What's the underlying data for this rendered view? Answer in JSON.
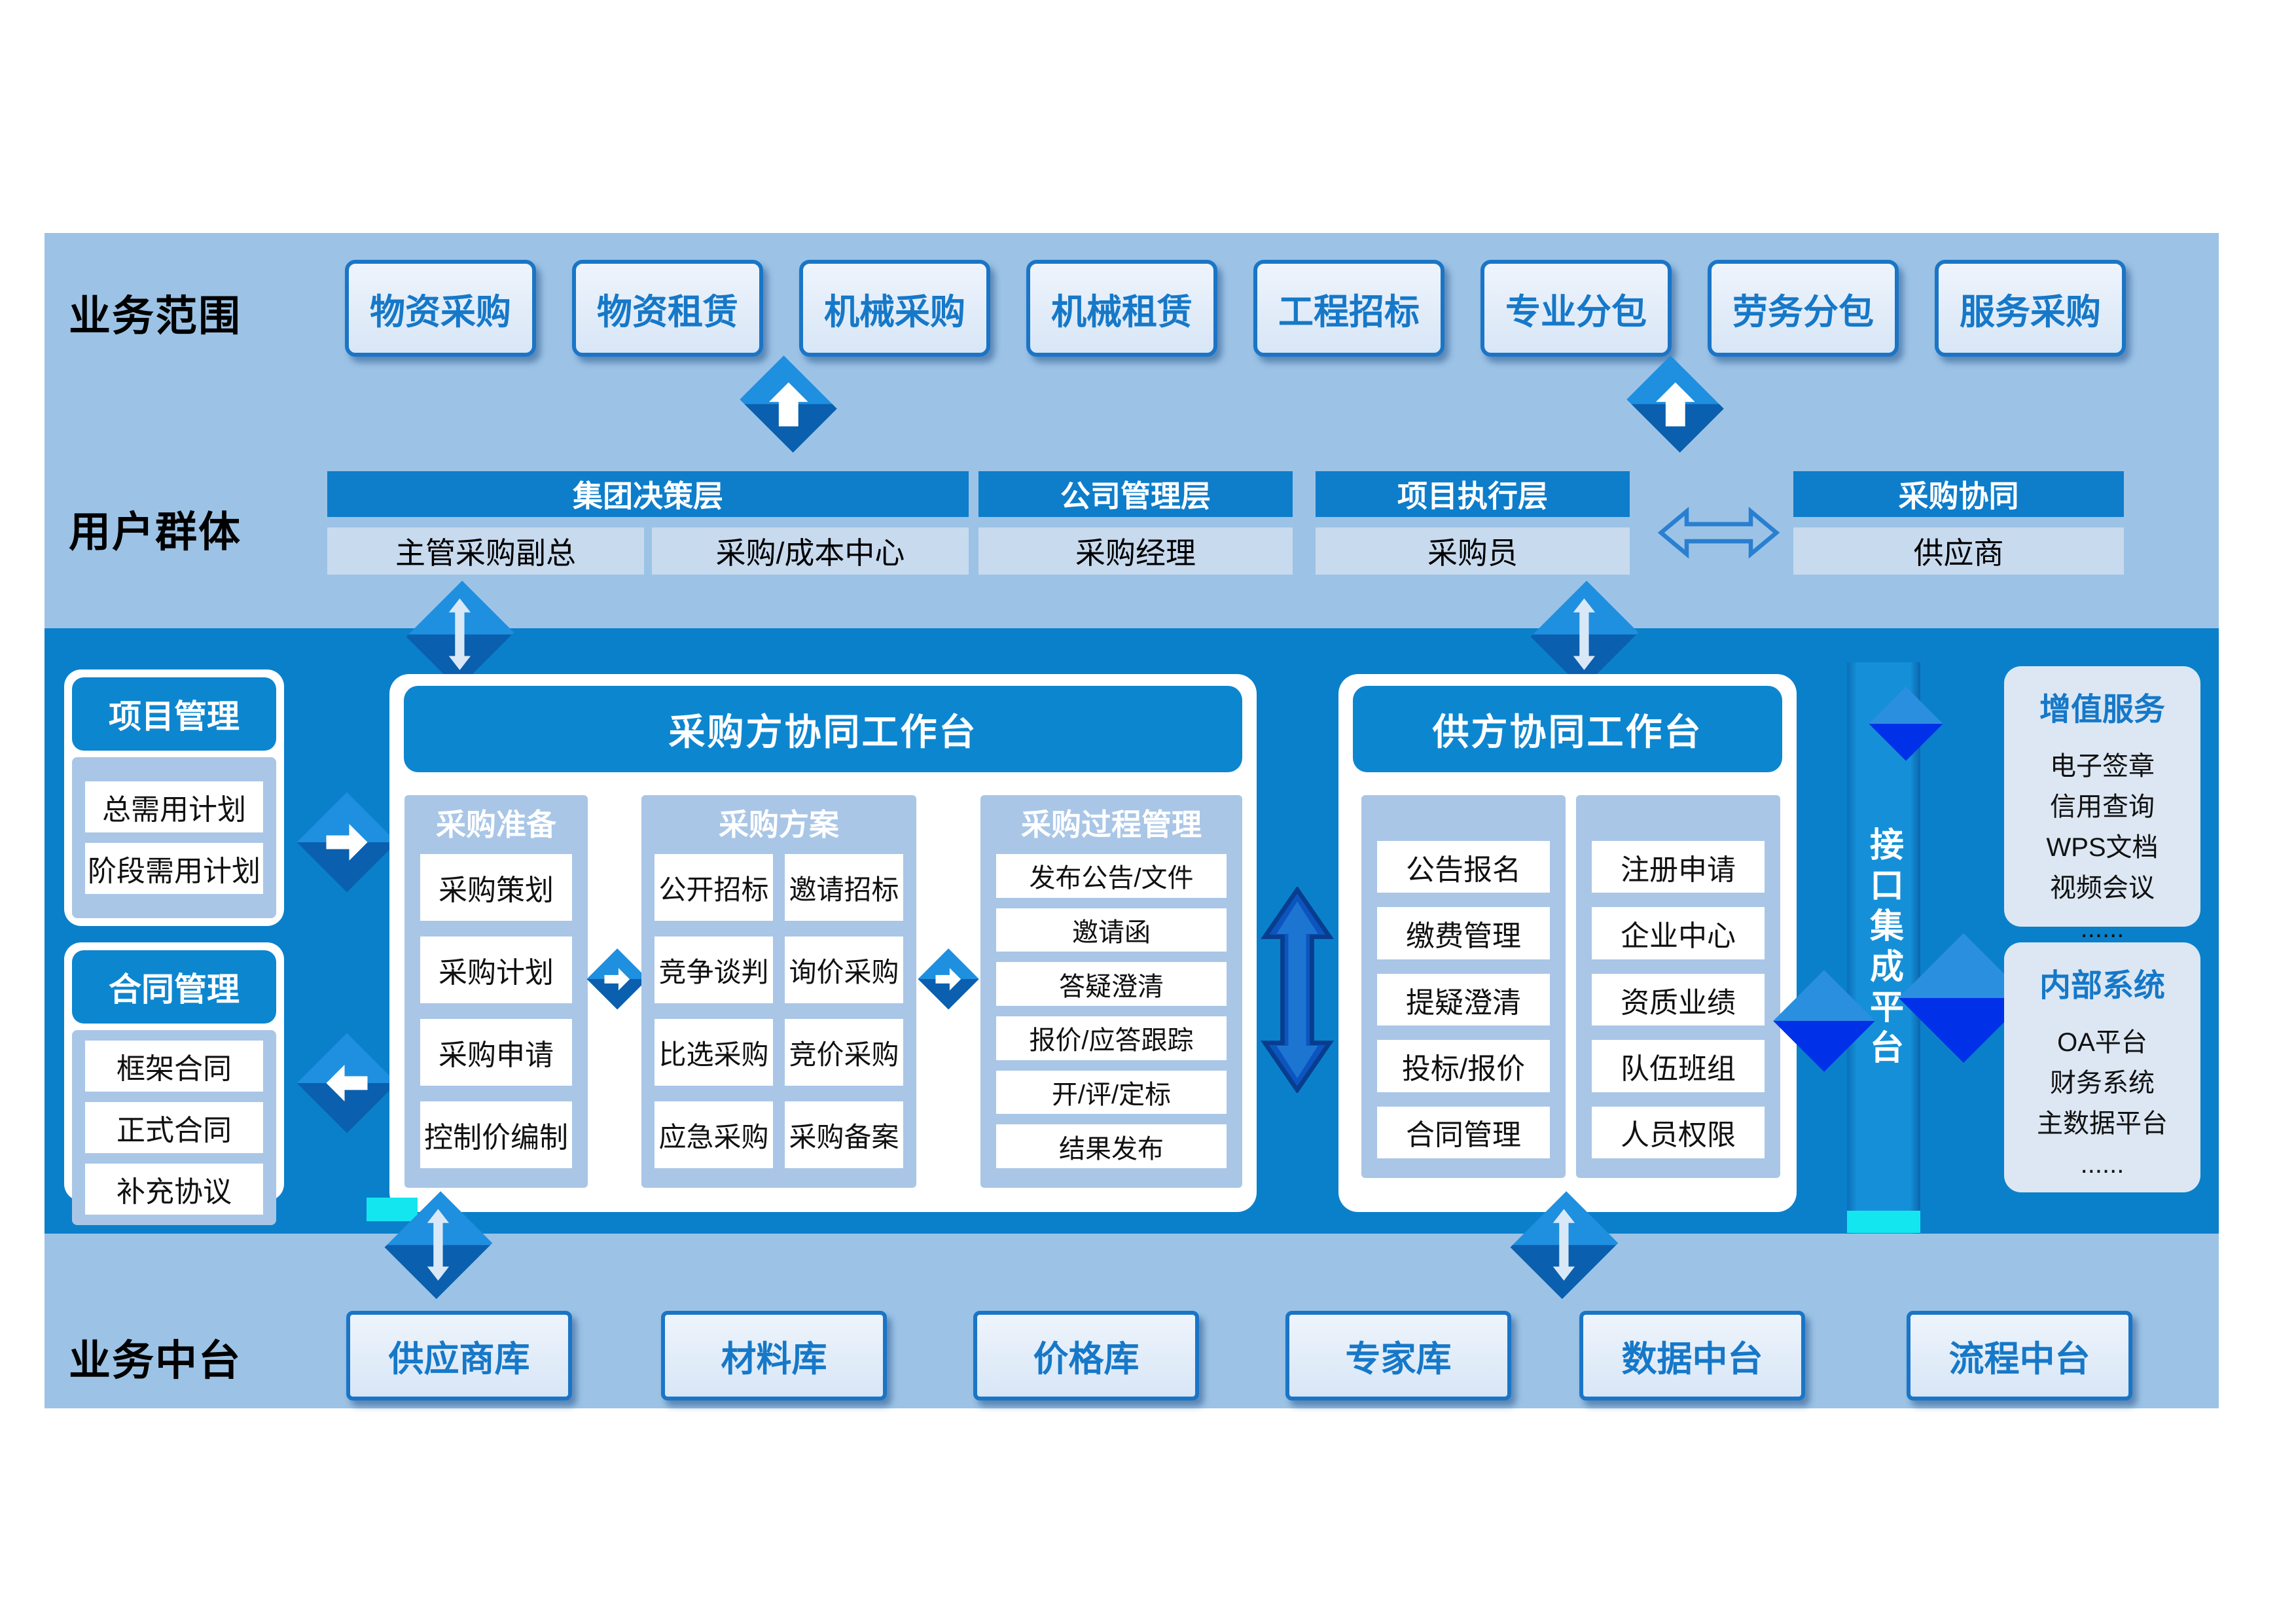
{
  "palette": {
    "canvas": "#9cc3e6",
    "band": "#0a80ca",
    "header_blue": "#0d86d0",
    "panel_blue": "#a9c6e6",
    "cell_blue": "#c8daee",
    "chip_border": "#1a75c6",
    "chip_text": "#1678c8",
    "box_bg": "#dce7f3",
    "accent_royal": "#0030e8",
    "accent_cyan": "#14e6f0"
  },
  "scope": {
    "label": "业务范围",
    "buttons": [
      "物资采购",
      "物资租赁",
      "机械采购",
      "机械租赁",
      "工程招标",
      "专业分包",
      "劳务分包",
      "服务采购"
    ]
  },
  "users": {
    "label": "用户群体",
    "groups": [
      {
        "header": "集团决策层",
        "members": [
          "主管采购副总",
          "采购/成本中心"
        ]
      },
      {
        "header": "公司管理层",
        "members": [
          "采购经理"
        ]
      },
      {
        "header": "项目执行层",
        "members": [
          "采购员"
        ]
      },
      {
        "header": "采购协同",
        "members": [
          "供应商"
        ]
      }
    ]
  },
  "left": {
    "project": {
      "header": "项目管理",
      "items": [
        "总需用计划",
        "阶段需用计划"
      ]
    },
    "contract": {
      "header": "合同管理",
      "items": [
        "框架合同",
        "正式合同",
        "补充协议"
      ]
    }
  },
  "purchaser": {
    "title": "采购方协同工作台",
    "prep": {
      "header": "采购准备",
      "items": [
        "采购策划",
        "采购计划",
        "采购申请",
        "控制价编制"
      ]
    },
    "scheme": {
      "header": "采购方案",
      "items": [
        "公开招标",
        "邀请招标",
        "竞争谈判",
        "询价采购",
        "比选采购",
        "竞价采购",
        "应急采购",
        "采购备案"
      ]
    },
    "process": {
      "header": "采购过程管理",
      "items": [
        "发布公告/文件",
        "邀请函",
        "答疑澄清",
        "报价/应答跟踪",
        "开/评/定标",
        "结果发布"
      ]
    }
  },
  "supplier": {
    "title": "供方协同工作台",
    "col1": [
      "公告报名",
      "缴费管理",
      "提疑澄清",
      "投标/报价",
      "合同管理"
    ],
    "col2": [
      "注册申请",
      "企业中心",
      "资质业绩",
      "队伍班组",
      "人员权限"
    ]
  },
  "integration": {
    "label": "接口集成平台"
  },
  "value_added": {
    "title": "增值服务",
    "items": [
      "电子签章",
      "信用查询",
      "WPS文档",
      "视频会议",
      "......"
    ]
  },
  "internal": {
    "title": "内部系统",
    "items": [
      "OA平台",
      "财务系统",
      "主数据平台",
      "......"
    ]
  },
  "platform": {
    "label": "业务中台",
    "buttons": [
      "供应商库",
      "材料库",
      "价格库",
      "专家库",
      "数据中台",
      "流程中台"
    ]
  }
}
